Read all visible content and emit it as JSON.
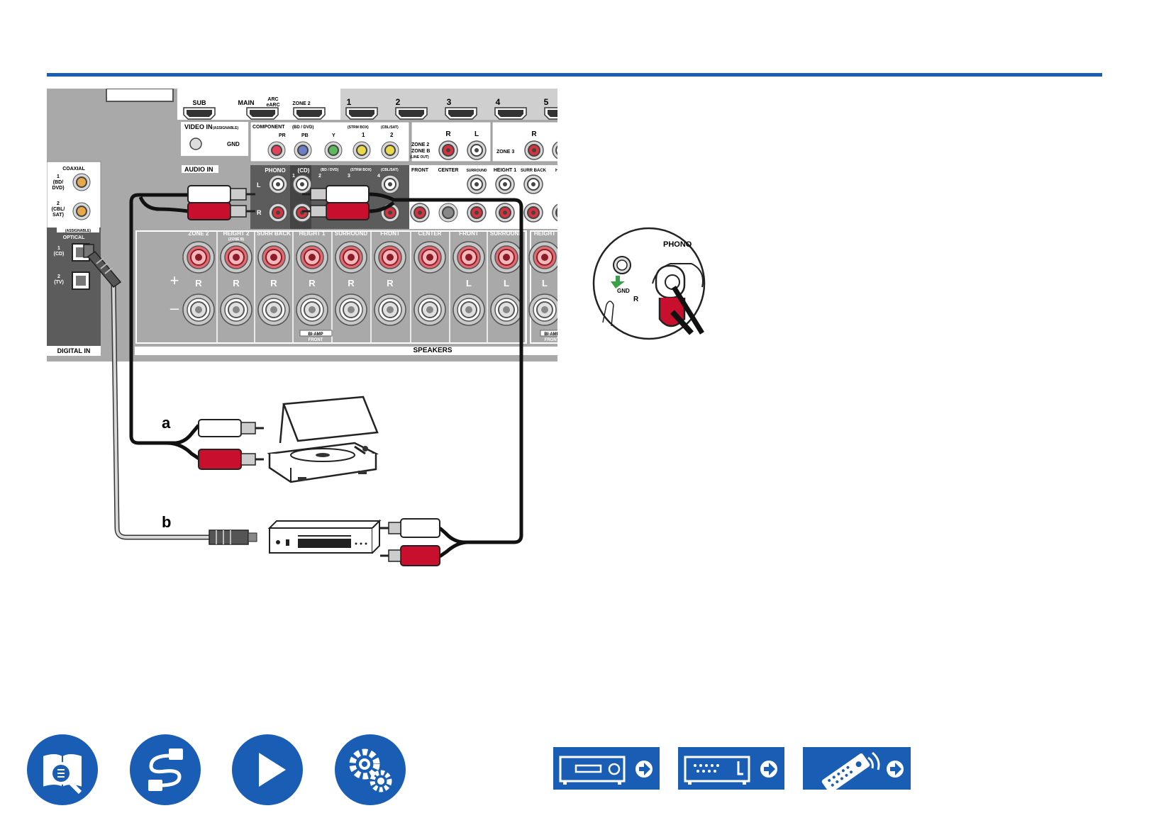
{
  "receiver": {
    "hdmi_out": {
      "sub": "SUB",
      "main": "MAIN",
      "arc": "ARC",
      "earc": "eARC",
      "zone2": "ZONE 2"
    },
    "hdmi_in": [
      "1",
      "2",
      "3",
      "4",
      "5"
    ],
    "video_in": {
      "title": "VIDEO IN",
      "assignable": "(ASSIGNABLE)",
      "gnd": "GND"
    },
    "component": {
      "title": "COMPONENT",
      "bd_dvd": "(BD / DVD)",
      "pb": "PB",
      "pr": "PR",
      "y": "Y",
      "strm_box": "(STRM BOX)",
      "cbl_sat": "(CBL/SAT)",
      "in1": "1",
      "in2": "2"
    },
    "zone2_out": {
      "line1": "ZONE 2",
      "line2": "ZONE B",
      "line3": "(LINE OUT)",
      "r": "R",
      "l": "L"
    },
    "zone3": {
      "label": "ZONE 3",
      "r": "R"
    },
    "coaxial": {
      "title": "COAXIAL",
      "in1": [
        "1",
        "(BD/",
        "DVD)"
      ],
      "in2": [
        "2",
        "(CBL/",
        "SAT)"
      ]
    },
    "optical": {
      "assignable": "(ASSIGNABLE)",
      "title": "OPTICAL",
      "in1": [
        "1",
        "(CD)"
      ],
      "in2": [
        "2",
        "(TV)"
      ],
      "digital_in": "DIGITAL IN"
    },
    "audio_in": {
      "title": "AUDIO IN",
      "phono": "PHONO",
      "cd": "(CD)",
      "bd_dvd": "(BD / DVD)",
      "strm_box": "(STRM BOX)",
      "cbl_sat": "(CBL/SAT)",
      "n1": "1",
      "n2": "2",
      "n3": "3",
      "n4": "4",
      "l": "L",
      "r": "R"
    },
    "pre_out": {
      "front": "FRONT",
      "center": "CENTER",
      "surround": "SURROUND",
      "height1": "HEIGHT 1",
      "surr_back": "SURR BACK",
      "he": "HE"
    },
    "speakers": {
      "title": "SPEAKERS",
      "labels": [
        "ZONE 2",
        "HEIGHT 2",
        "SURR BACK",
        "HEIGHT 1",
        "SURROUND",
        "FRONT",
        "CENTER",
        "FRONT",
        "SURROUND",
        "HEIGHT"
      ],
      "zone_b_sub": "(ZONE B)",
      "channels": [
        "R",
        "R",
        "R",
        "R",
        "R",
        "R",
        "",
        "L",
        "L",
        "L"
      ],
      "plus": "+",
      "minus": "–",
      "biamp": "BI-AMP",
      "biamp_front": "FRONT"
    }
  },
  "callout": {
    "phono": "PHONO",
    "gnd": "GND",
    "r": "R"
  },
  "cable_labels": {
    "a": "a",
    "b": "b"
  },
  "colors": {
    "accent": "#1a5db5",
    "red": "#c8102e",
    "panel": "#a8a8a8",
    "panel_dark": "#5a5a5a"
  },
  "nav_icons": [
    "manual-search-icon",
    "cable-connection-icon",
    "play-icon",
    "settings-gears-icon"
  ],
  "model_buttons": [
    "front-panel-icon",
    "rear-panel-icon",
    "remote-control-icon"
  ]
}
